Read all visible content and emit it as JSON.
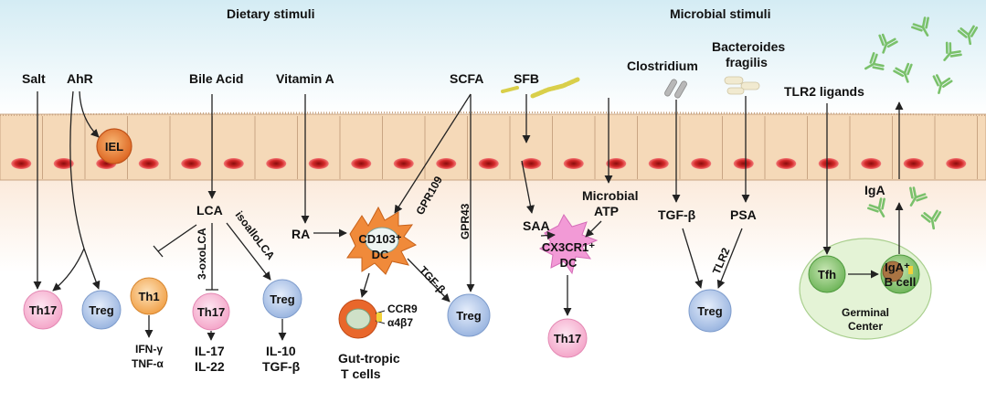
{
  "headers": {
    "dietary": "Dietary stimuli",
    "microbial": "Microbial stimuli"
  },
  "stimuli": {
    "salt": "Salt",
    "ahr": "AhR",
    "bile_acid": "Bile Acid",
    "vitamin_a": "Vitamin A",
    "scfa": "SCFA",
    "sfb": "SFB",
    "clostridium": "Clostridium",
    "bacteroides_line1": "Bacteroides",
    "bacteroides_line2": "fragilis",
    "tlr2_ligands": "TLR2 ligands"
  },
  "intermediates": {
    "iel": "IEL",
    "lca": "LCA",
    "ra": "RA",
    "saa": "SAA",
    "microbial_atp_line1": "Microbial",
    "microbial_atp_line2": "ATP",
    "tgfb_clostridium": "TGF-β",
    "psa": "PSA",
    "iga": "IgA"
  },
  "edge_labels": {
    "gpr109": "GPR109",
    "gpr43": "GPR43",
    "oxolca": "3-oxoLCA",
    "isoallolca": "isoalloLCA",
    "tgfb_dc": "TGF-β",
    "tlr2": "TLR2"
  },
  "cells": {
    "th17_salt": "Th17",
    "treg_ahr": "Treg",
    "th1": "Th1",
    "th17_lca": "Th17",
    "treg_lca": "Treg",
    "dc_cd103_line1": "CD103⁺",
    "dc_cd103_line2": "DC",
    "treg_scfa": "Treg",
    "gut_tropic_line1": "Gut-tropic",
    "gut_tropic_line2": "T cells",
    "ccr9": "CCR9",
    "a4b7": "α4β7",
    "dc_cx3cr1_line1": "CX3CR1⁺",
    "dc_cx3cr1_line2": "DC",
    "th17_sfb": "Th17",
    "treg_psa": "Treg",
    "tfh": "Tfh",
    "iga_b_line1": "IgA⁺",
    "iga_b_line2": "B cell",
    "germinal_line1": "Germinal",
    "germinal_line2": "Center"
  },
  "cytokines": {
    "th1_line1": "IFN-γ",
    "th1_line2": "TNF-α",
    "th17_line1": "IL-17",
    "th17_line2": "IL-22",
    "treg_line1": "IL-10",
    "treg_line2": "TGF-β"
  },
  "colors": {
    "lumen_top": "#d4ecf4",
    "epithelium": "#f5d9b8",
    "nucleus": "#d42a2a",
    "th17": "#f6b6d3",
    "treg": "#a9c2e6",
    "th1": "#f4a94a",
    "dc": "#f08a3a",
    "cx3cr1_dc": "#f29ad6",
    "germinal": "#e4f3d6",
    "iga": "#7ac16b"
  }
}
